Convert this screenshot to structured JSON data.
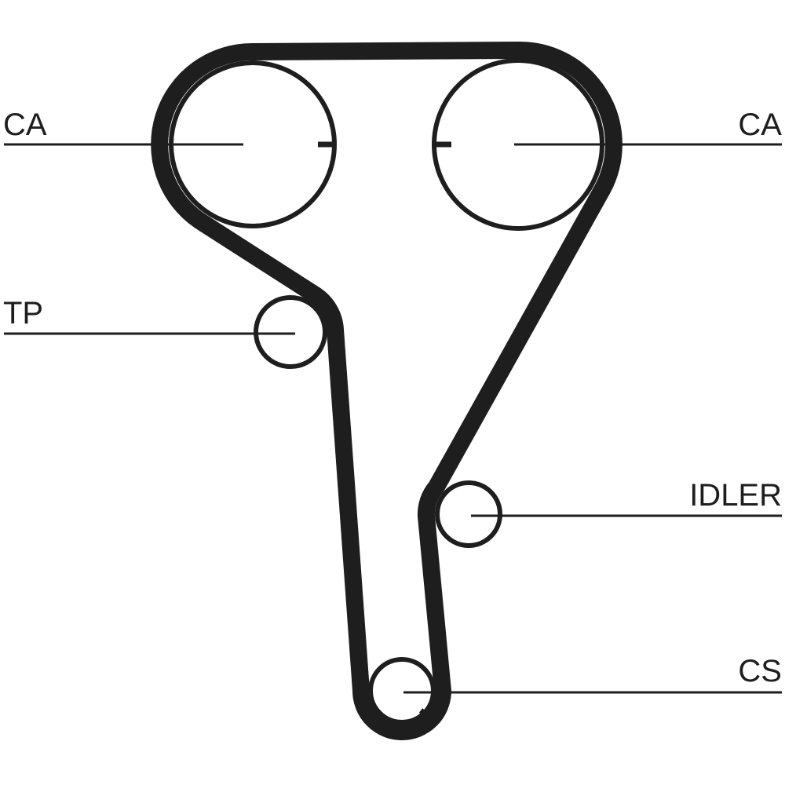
{
  "labels": {
    "ca_left": "CA",
    "ca_right": "CA",
    "tp": "TP",
    "idler": "IDLER",
    "cs": "CS"
  },
  "colors": {
    "belt": "#1e1e1e",
    "background": "#ffffff"
  }
}
